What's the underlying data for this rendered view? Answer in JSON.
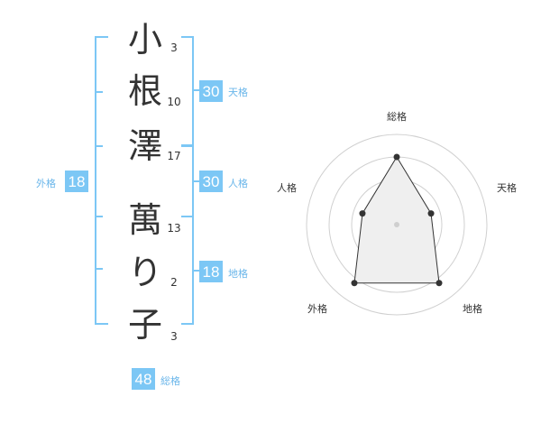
{
  "name_chars": [
    {
      "char": "小",
      "strokes": "3"
    },
    {
      "char": "根",
      "strokes": "10"
    },
    {
      "char": "澤",
      "strokes": "17"
    },
    {
      "char": "萬",
      "strokes": "13"
    },
    {
      "char": "り",
      "strokes": "2"
    },
    {
      "char": "子",
      "strokes": "3"
    }
  ],
  "kakusu": {
    "tenkaku": {
      "value": "30",
      "label": "天格"
    },
    "jinkaku": {
      "value": "30",
      "label": "人格"
    },
    "chikaku": {
      "value": "18",
      "label": "地格"
    },
    "gaikaku": {
      "value": "18",
      "label": "外格"
    },
    "soukaku": {
      "value": "48",
      "label": "総格"
    }
  },
  "chart_data": {
    "type": "radar",
    "axes": [
      "総格",
      "天格",
      "地格",
      "外格",
      "人格"
    ],
    "values": [
      0.75,
      0.4,
      0.8,
      0.8,
      0.4
    ],
    "rings": 4
  },
  "colors": {
    "accent": "#7cc7f5",
    "label": "#6ab6ea",
    "text": "#333333"
  }
}
